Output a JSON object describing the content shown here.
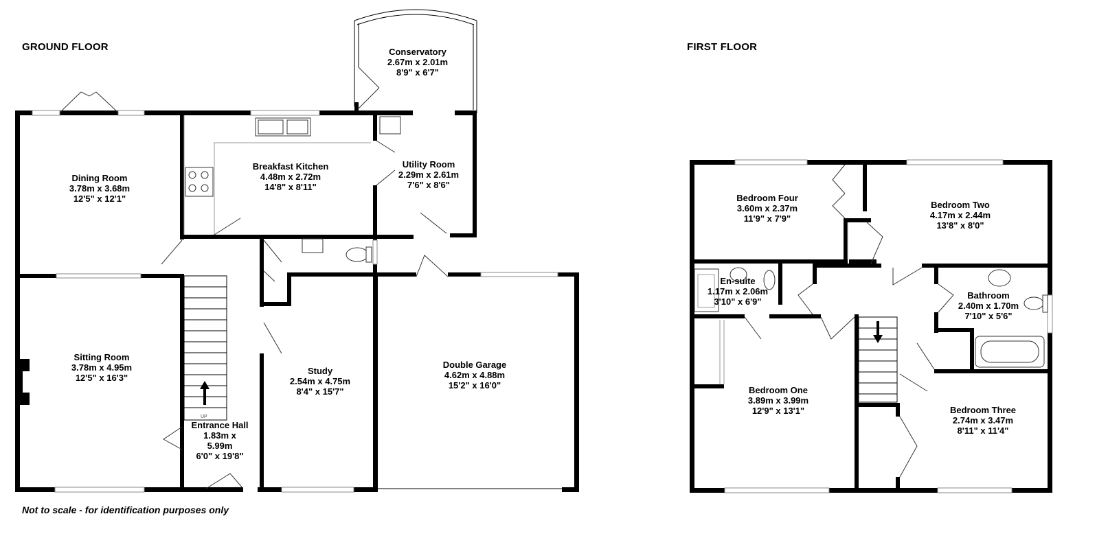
{
  "floors": {
    "ground": {
      "title": "GROUND FLOOR",
      "rooms": {
        "conservatory": {
          "name": "Conservatory",
          "metric": "2.67m x 2.01m",
          "imperial": "8'9\" x 6'7\""
        },
        "dining": {
          "name": "Dining Room",
          "metric": "3.78m x 3.68m",
          "imperial": "12'5\" x 12'1\""
        },
        "kitchen": {
          "name": "Breakfast Kitchen",
          "metric": "4.48m x 2.72m",
          "imperial": "14'8\" x 8'11\""
        },
        "utility": {
          "name": "Utility Room",
          "metric": "2.29m x 2.61m",
          "imperial": "7'6\" x 8'6\""
        },
        "sitting": {
          "name": "Sitting Room",
          "metric": "3.78m x 4.95m",
          "imperial": "12'5\" x 16'3\""
        },
        "study": {
          "name": "Study",
          "metric": "2.54m x 4.75m",
          "imperial": "8'4\" x 15'7\""
        },
        "garage": {
          "name": "Double Garage",
          "metric": "4.62m x 4.88m",
          "imperial": "15'2\" x 16'0\""
        },
        "hall": {
          "name": "Entrance Hall",
          "metric_a": "1.83m x",
          "metric_b": "5.99m",
          "imperial": "6'0\" x 19'8\""
        }
      },
      "stair_label": "UP"
    },
    "first": {
      "title": "FIRST FLOOR",
      "rooms": {
        "bed4": {
          "name": "Bedroom Four",
          "metric": "3.60m x 2.37m",
          "imperial": "11'9\" x 7'9\""
        },
        "bed2": {
          "name": "Bedroom Two",
          "metric": "4.17m x 2.44m",
          "imperial": "13'8\" x 8'0\""
        },
        "ensuite": {
          "name": "En-suite",
          "metric": "1.17m x 2.06m",
          "imperial": "3'10\" x 6'9\""
        },
        "bathroom": {
          "name": "Bathroom",
          "metric": "2.40m x 1.70m",
          "imperial": "7'10\" x 5'6\""
        },
        "bed1": {
          "name": "Bedroom One",
          "metric": "3.89m x 3.99m",
          "imperial": "12'9\" x 13'1\""
        },
        "bed3": {
          "name": "Bedroom Three",
          "metric": "2.74m x 3.47m",
          "imperial": "8'11\" x 11'4\""
        }
      }
    }
  },
  "disclaimer": "Not to scale - for identification purposes only"
}
